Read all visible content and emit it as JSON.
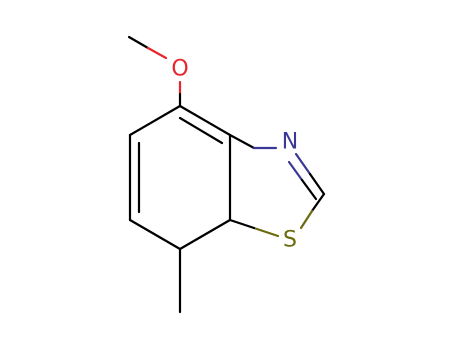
{
  "molecule": {
    "atoms": {
      "oxygen": {
        "symbol": "O",
        "color": "#e8262b"
      },
      "nitrogen": {
        "symbol": "N",
        "color": "#3a3a96"
      },
      "sulfur": {
        "symbol": "S",
        "color": "#6b6b0e"
      }
    },
    "colors": {
      "bond": "#000000",
      "background": "#ffffff"
    }
  }
}
